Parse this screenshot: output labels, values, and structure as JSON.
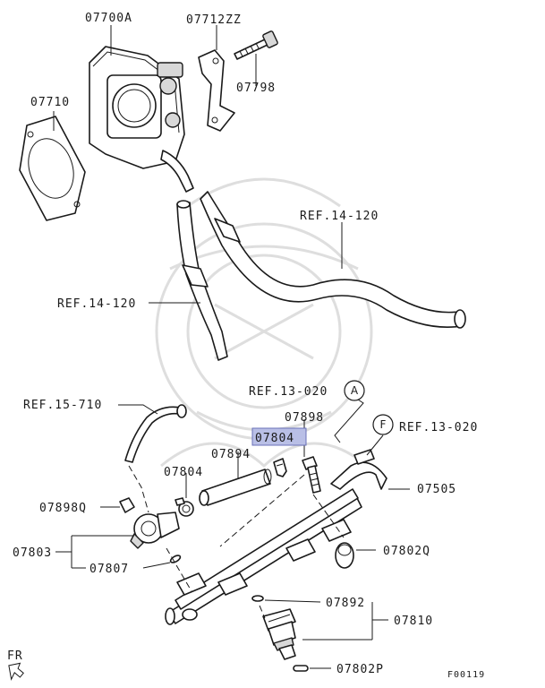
{
  "parts": {
    "p07700A": "07700A",
    "p07712ZZ": "07712ZZ",
    "p07798": "07798",
    "p07710": "07710",
    "ref14_120_a": "REF.14-120",
    "ref14_120_b": "REF.14-120",
    "ref15_710": "REF.15-710",
    "ref13_020_a": "REF.13-020",
    "ref13_020_f": "REF.13-020",
    "p07898": "07898",
    "p07804_selected": "07804",
    "p07894": "07894",
    "p07804": "07804",
    "p07505": "07505",
    "p07898Q": "07898Q",
    "p07803": "07803",
    "p07807": "07807",
    "p07802Q": "07802Q",
    "p07892": "07892",
    "p07810": "07810",
    "p07802P": "07802P"
  },
  "markers": {
    "a": "A",
    "f": "F"
  },
  "footer": {
    "fr": "FR",
    "code": "F00119"
  },
  "colors": {
    "highlight": "#b9bfe6",
    "line": "#1a1a1a",
    "watermark": "#dedede"
  }
}
